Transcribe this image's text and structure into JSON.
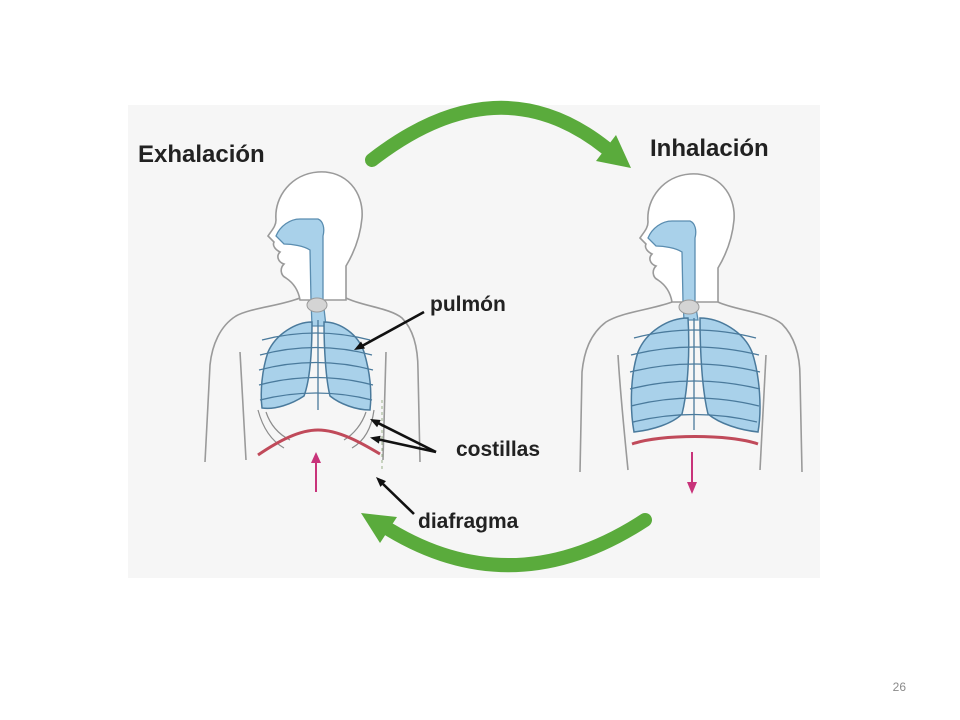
{
  "slide": {
    "page_number": "26"
  },
  "diagram": {
    "exhale_title": "Exhalación",
    "inhale_title": "Inhalación",
    "labels": {
      "lung": "pulmón",
      "ribs": "costillas",
      "diaphragm": "diafragma"
    }
  },
  "colors": {
    "cycle_arrow": "#5aab3c",
    "lung_fill": "#a9d1ea",
    "airway_fill": "#a9d1ea",
    "diaphragm": "#c04a5a",
    "movement_arrow": "#c8337a",
    "background_panel": "#f6f6f6"
  },
  "icons": {
    "cycle_arrow_top": "curved-arrow-right-icon",
    "cycle_arrow_bottom": "curved-arrow-left-icon",
    "diaphragm_up": "arrow-up-icon",
    "diaphragm_down": "arrow-down-icon"
  }
}
